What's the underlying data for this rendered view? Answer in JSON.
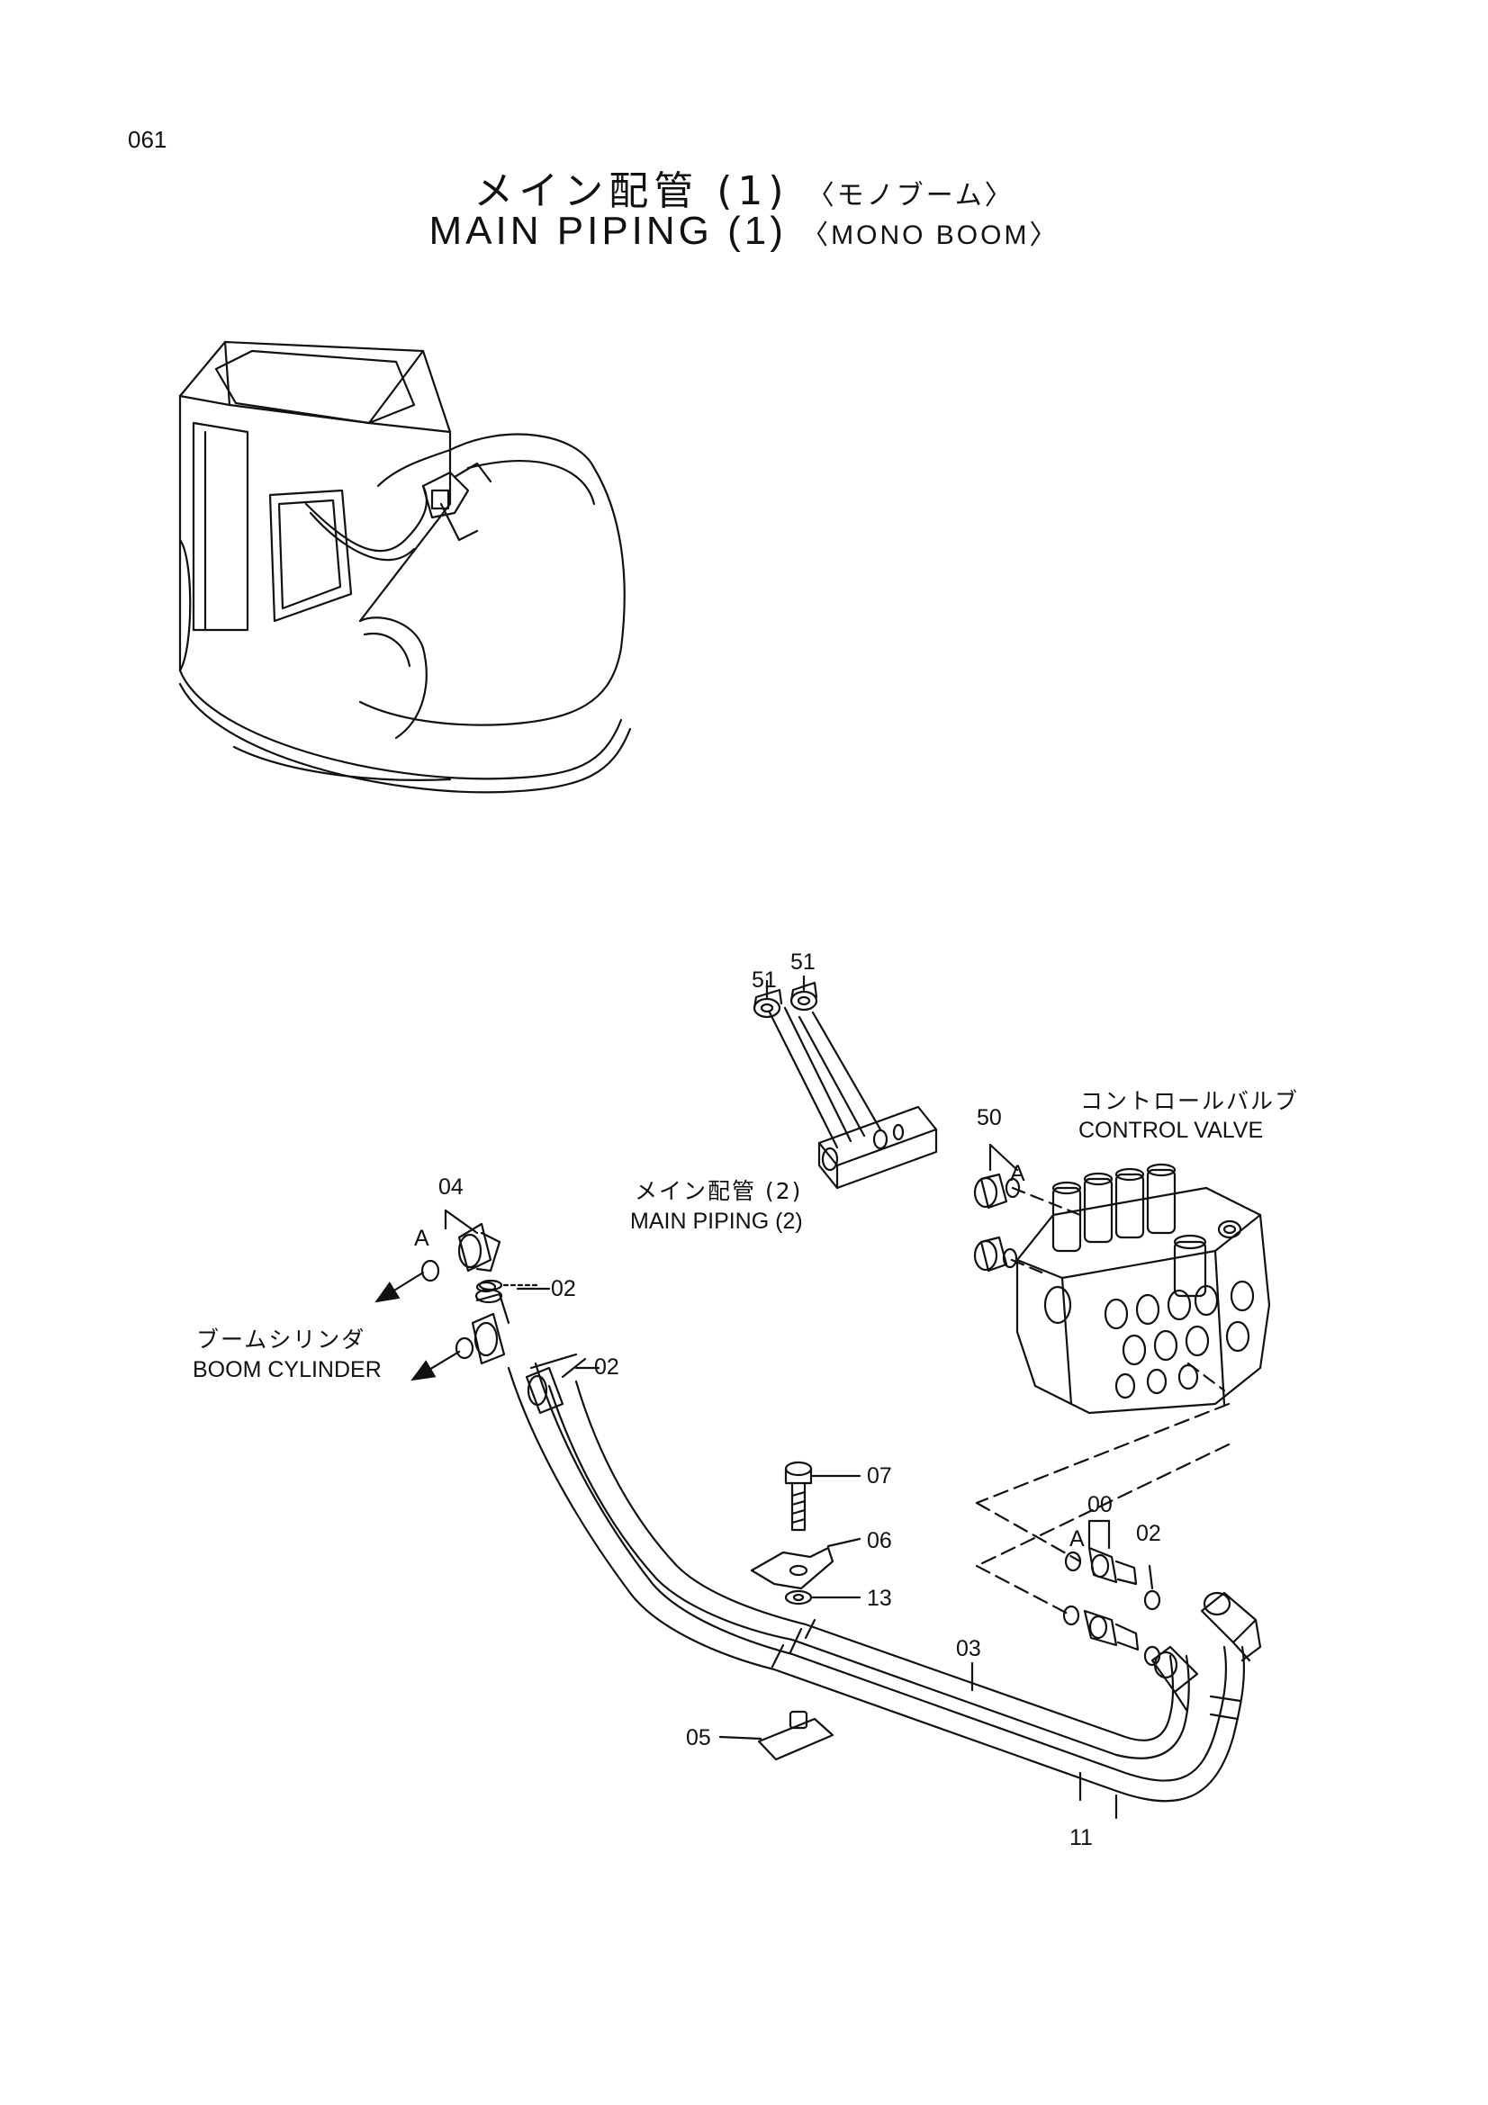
{
  "page": {
    "number": "061"
  },
  "title": {
    "jp": "メイン配管 (1)",
    "jp_sub": "〈モノブーム〉",
    "en": "MAIN PIPING (1)",
    "en_sub": "〈MONO BOOM〉"
  },
  "callouts": {
    "p51a": "51",
    "p51b": "51",
    "p50": "50",
    "p04": "04",
    "pA1": "A",
    "pA2": "A",
    "pA3": "A",
    "p02a": "02",
    "p02b": "02",
    "p02c": "02",
    "p07": "07",
    "p06": "06",
    "p13": "13",
    "p00": "00",
    "p03": "03",
    "p05": "05",
    "p11": "11"
  },
  "labels": {
    "main_piping_2_jp": "メイン配管 (2)",
    "main_piping_2_en": "MAIN PIPING (2)",
    "control_valve_jp": "コントロールバルブ",
    "control_valve_en": "CONTROL VALVE",
    "boom_cylinder_jp": "ブームシリンダ",
    "boom_cylinder_en": "BOOM CYLINDER"
  }
}
